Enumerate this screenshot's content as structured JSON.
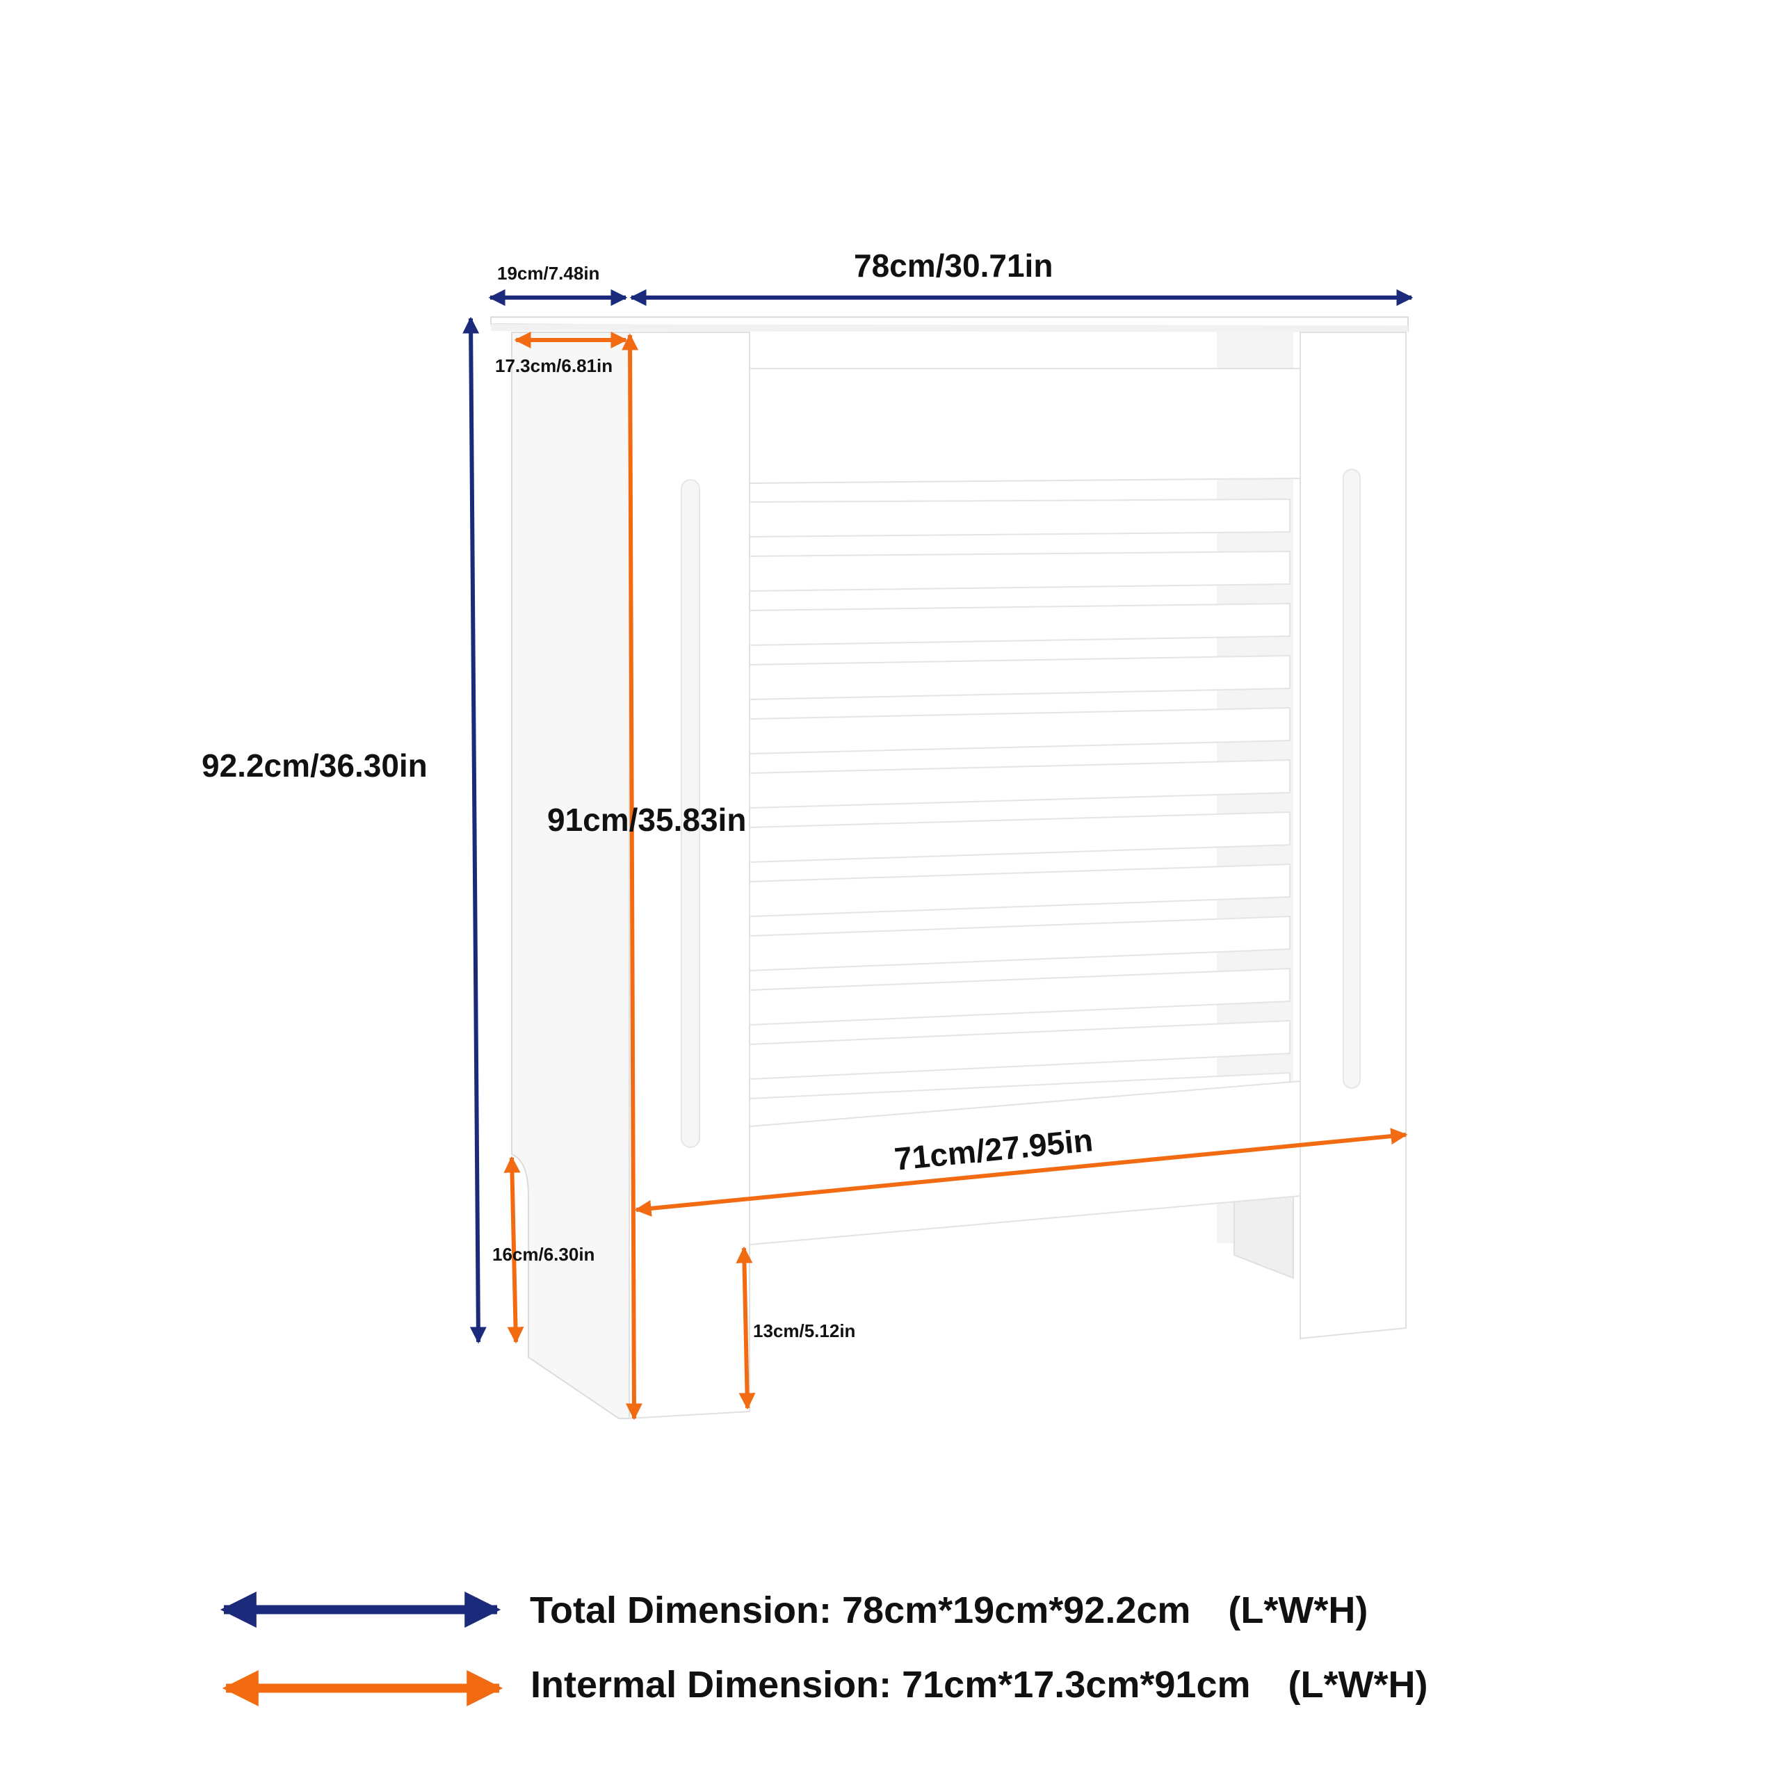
{
  "colors": {
    "total": "#1b2a7a",
    "internal": "#f26b12",
    "cabinet": "#ffffff",
    "cabinet_edge": "#e2e2e2",
    "cabinet_shadow": "#eeeeee",
    "text": "#111111"
  },
  "dimensions": {
    "depth_total": "19cm/7.48in",
    "width_total": "78cm/30.71in",
    "depth_internal": "17.3cm/6.81in",
    "height_total": "92.2cm/36.30in",
    "height_internal": "91cm/35.83in",
    "width_internal": "71cm/27.95in",
    "side_leg_height": "16cm/6.30in",
    "front_leg_height": "13cm/5.12in"
  },
  "legend": {
    "total": "Total Dimension: 78cm*19cm*92.2cm　(L*W*H)",
    "internal": "Intermal Dimension: 71cm*17.3cm*91cm　(L*W*H)"
  }
}
